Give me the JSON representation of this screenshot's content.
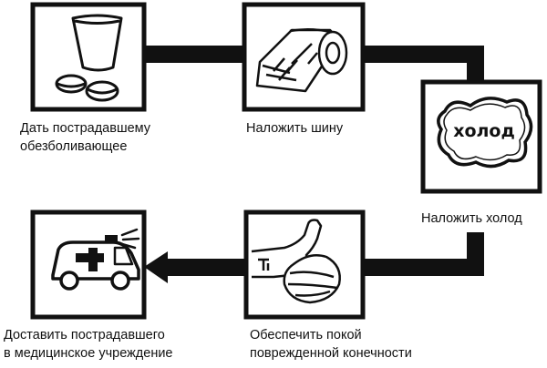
{
  "steps": [
    {
      "id": "painkiller",
      "caption_lines": [
        "Дать пострадавшему",
        "обезболивающее"
      ],
      "icon": "cup-and-pills-icon"
    },
    {
      "id": "splint",
      "caption_lines": [
        "Наложить шину"
      ],
      "icon": "bandage-roll-icon"
    },
    {
      "id": "cold",
      "caption_lines": [
        "Наложить холод"
      ],
      "icon": "ice-pack-icon",
      "icon_text": "холод"
    },
    {
      "id": "rest",
      "caption_lines": [
        "Обеспечить покой",
        "поврежденной конечности"
      ],
      "icon": "bandaged-limb-icon"
    },
    {
      "id": "hospital",
      "caption_lines": [
        "Доставить пострадавшего",
        "в медицинское учреждение"
      ],
      "icon": "ambulance-icon"
    }
  ],
  "colors": {
    "ink": "#111111",
    "background": "#ffffff"
  }
}
